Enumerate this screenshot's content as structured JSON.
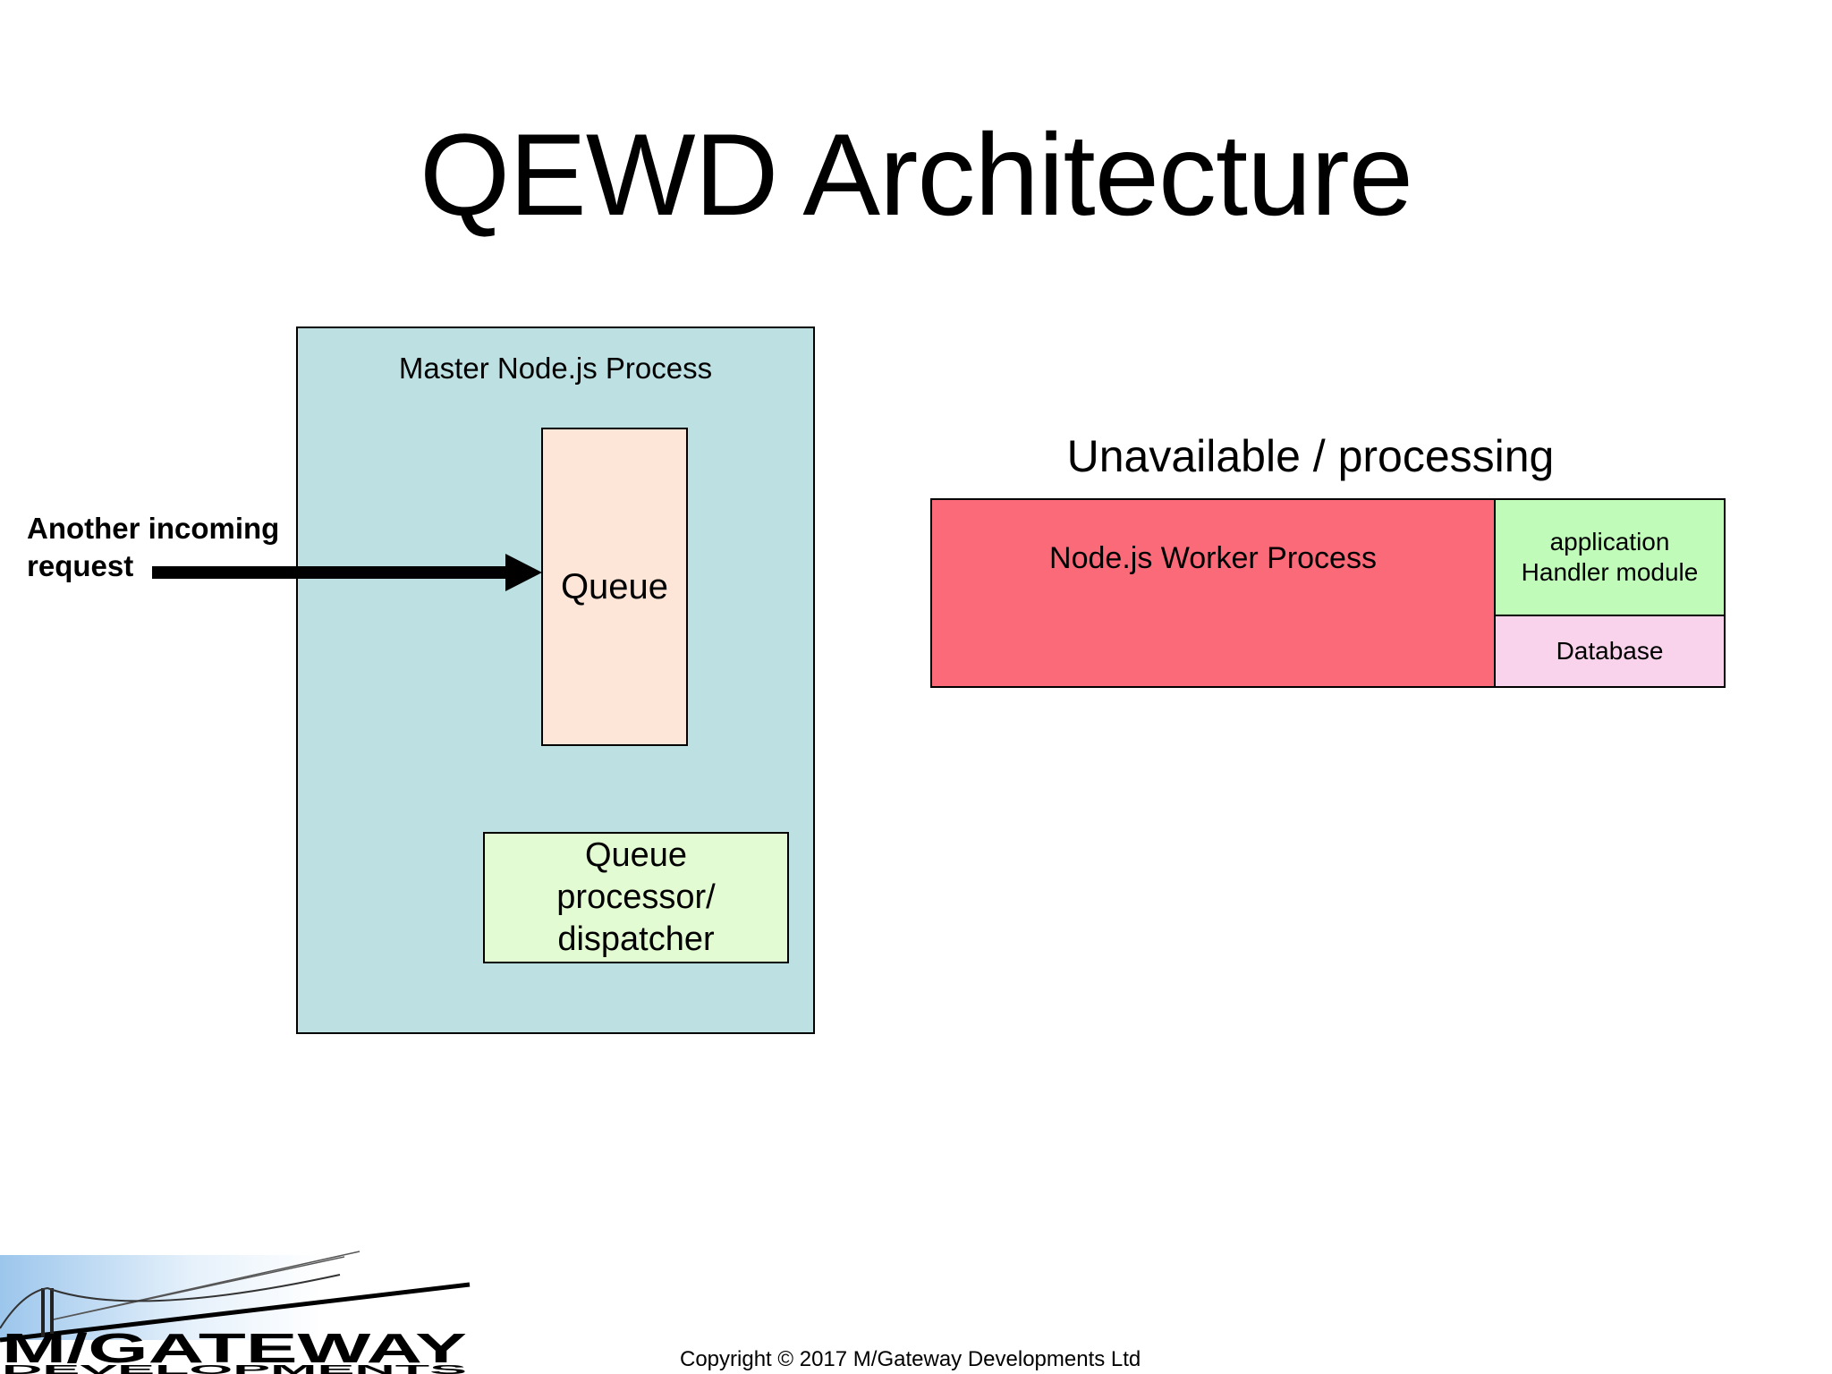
{
  "slide": {
    "title": "QEWD Architecture"
  },
  "master": {
    "label": "Master Node.js Process",
    "queue_label": "Queue",
    "dispatcher_lines": [
      "Queue",
      "processor/",
      "dispatcher"
    ]
  },
  "incoming": {
    "lines": [
      "Another incoming",
      "request"
    ]
  },
  "worker": {
    "status": "Unavailable / processing",
    "label": "Node.js Worker Process",
    "handler_lines": [
      "application",
      "Handler module"
    ],
    "database_label": "Database"
  },
  "footer": {
    "copyright": "Copyright © 2017 M/Gateway Developments Ltd",
    "logo_name": "M/GATEWAY",
    "logo_subtitle": "DEVELOPMENTS"
  },
  "colors": {
    "master_box": "#bde0e3",
    "queue_box": "#fde5d8",
    "dispatcher_box": "#e3fbd2",
    "worker_box": "#fb6a79",
    "handler_box": "#c0fbba",
    "database_box": "#f9d3ec"
  }
}
